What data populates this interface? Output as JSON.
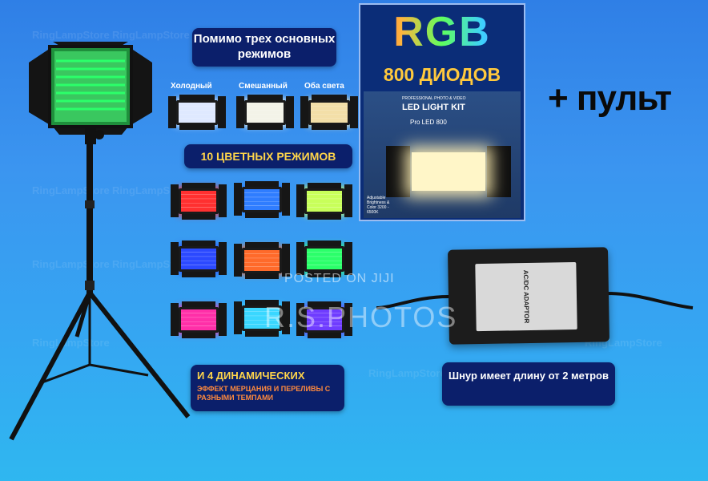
{
  "store_watermark": "RingLampStore",
  "modes_title": "Помимо трех основных режимов",
  "mode_labels": [
    "Холодный",
    "Смешанный",
    "Оба света"
  ],
  "color_modes_title": "10 ЦВЕТНЫХ РЕЖИМОВ",
  "rgb": {
    "heading": "RGB",
    "diodes": "800 ДИОДОВ",
    "kit_small": "PROFESSIONAL PHOTO & VIDEO",
    "kit_title": "LED LIGHT KIT",
    "kit_model": "Pro LED 800",
    "kit_adjust": "Adjustable Brightness & Color 3200 - 6500K"
  },
  "remote_label": "+ пульт",
  "adapter_label": "AC/DC ADAPTOR",
  "dynamic": {
    "title": "И 4 ДИНАМИЧЕСКИХ",
    "subtitle": "ЭФФЕКТ МЕРЦАНИЯ И ПЕРЕЛИВЫ С РАЗНЫМИ ТЕМПАМИ"
  },
  "cord_note": "Шнур имеет длину от 2 метров",
  "watermark_posted": "POSTED ON JIJI",
  "watermark_seller": "R.S.PHOTOS",
  "colors": {
    "cold": "#dfe9ff",
    "mixed": "#f3f3e8",
    "warm": "#f3dfa8",
    "red": "#ff3030",
    "blue": "#2f7dff",
    "yellow_green": "#c8ff5a",
    "indigo": "#2b49ff",
    "orange": "#ff6a2a",
    "green": "#2bff6a",
    "magenta": "#ff2fa8",
    "cyan": "#3ad7ff",
    "violet": "#6f3cff"
  }
}
